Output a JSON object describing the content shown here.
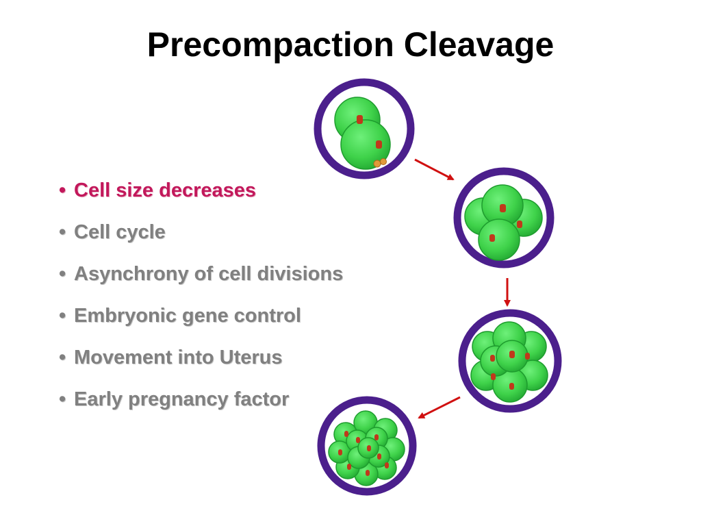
{
  "slide": {
    "title": "Precompaction Cleavage",
    "bullets": [
      "Cell size decreases",
      "Cell cycle",
      "Asynchrony of cell divisions",
      "Embryonic gene control",
      "Movement into Uterus",
      "Early pregnancy factor"
    ],
    "bullet_marker": "•",
    "highlight_color": "#c2185b",
    "text_color": "#808080"
  },
  "diagram": {
    "embryo_stages": [
      {
        "stage": "2-cell"
      },
      {
        "stage": "4-cell"
      },
      {
        "stage": "8-cell"
      },
      {
        "stage": "16-cell"
      }
    ],
    "colors": {
      "zona_pellucida": "#4b1f8c",
      "blastomere": "#3fd24a",
      "blastomere_edge": "#1e9c2e",
      "nucleus": "#c0391b",
      "polar_body": "#e09a3a",
      "arrow": "#d01010"
    }
  }
}
